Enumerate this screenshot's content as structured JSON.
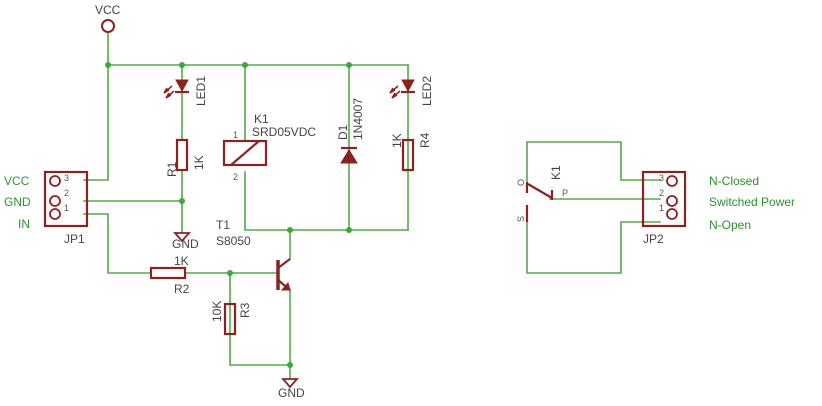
{
  "supply": {
    "label": "VCC"
  },
  "grounds": {
    "r1_gnd": "GND",
    "bottom_gnd": "GND"
  },
  "led1": {
    "name": "LED1"
  },
  "led2": {
    "name": "LED2"
  },
  "r1": {
    "name": "R1",
    "value": "1K"
  },
  "r2": {
    "name": "R2",
    "value": "1K"
  },
  "r3": {
    "name": "R3",
    "value": "10K"
  },
  "r4": {
    "name": "R4",
    "value": "1K"
  },
  "relay": {
    "name": "K1",
    "value": "SRD05VDC",
    "pin1": "1",
    "pin2": "2"
  },
  "diode": {
    "name": "D1",
    "value": "1N4007"
  },
  "transistor": {
    "name": "T1",
    "value": "S8050"
  },
  "jp1": {
    "name": "JP1",
    "pins": [
      "3",
      "2",
      "1"
    ],
    "nets": [
      "VCC",
      "GND",
      "IN"
    ]
  },
  "switch": {
    "name": "K1",
    "pin_o": "O",
    "pin_p": "P",
    "pin_s": "S"
  },
  "jp2": {
    "name": "JP2",
    "pins": [
      "3",
      "2",
      "1"
    ],
    "nets": [
      "N-Closed",
      "Switched Power",
      "N-Open"
    ]
  },
  "colors": {
    "wire": "#55a84a",
    "part": "#8b2222",
    "junction": "#3aa83a",
    "net_label": "#2f8f2f"
  }
}
